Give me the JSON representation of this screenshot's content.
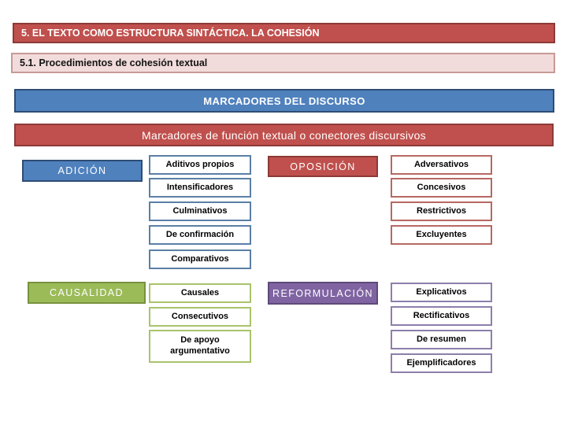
{
  "slide": {
    "title": "5. EL TEXTO COMO ESTRUCTURA SINTÁCTICA. LA COHESIÓN",
    "subtitle": "5.1. Procedimientos de cohesión textual",
    "section_banner": "MARCADORES DEL DISCURSO",
    "subsection_banner": "Marcadores de función textual o conectores discursivos"
  },
  "colors": {
    "brick": "#C0504D",
    "pink": "#F2DCDB",
    "blue": "#4F81BD",
    "green": "#9BBB59",
    "purple": "#8064A2"
  },
  "groups": [
    {
      "label": "ADICIÓN",
      "color": "#4F81BD",
      "items": [
        "Aditivos propios",
        "Intensificadores",
        "Culminativos",
        "De confirmación",
        "Comparativos"
      ]
    },
    {
      "label": "OPOSICIÓN",
      "color": "#C0504D",
      "items": [
        "Adversativos",
        "Concesivos",
        "Restrictivos",
        "Excluyentes"
      ]
    },
    {
      "label": "CAUSALIDAD",
      "color": "#9BBB59",
      "items": [
        "Causales",
        "Consecutivos",
        "De apoyo argumentativo"
      ]
    },
    {
      "label": "REFORMULACIÓN",
      "color": "#8064A2",
      "items": [
        "Explicativos",
        "Rectificativos",
        "De resumen",
        "Ejemplificadores"
      ]
    }
  ]
}
